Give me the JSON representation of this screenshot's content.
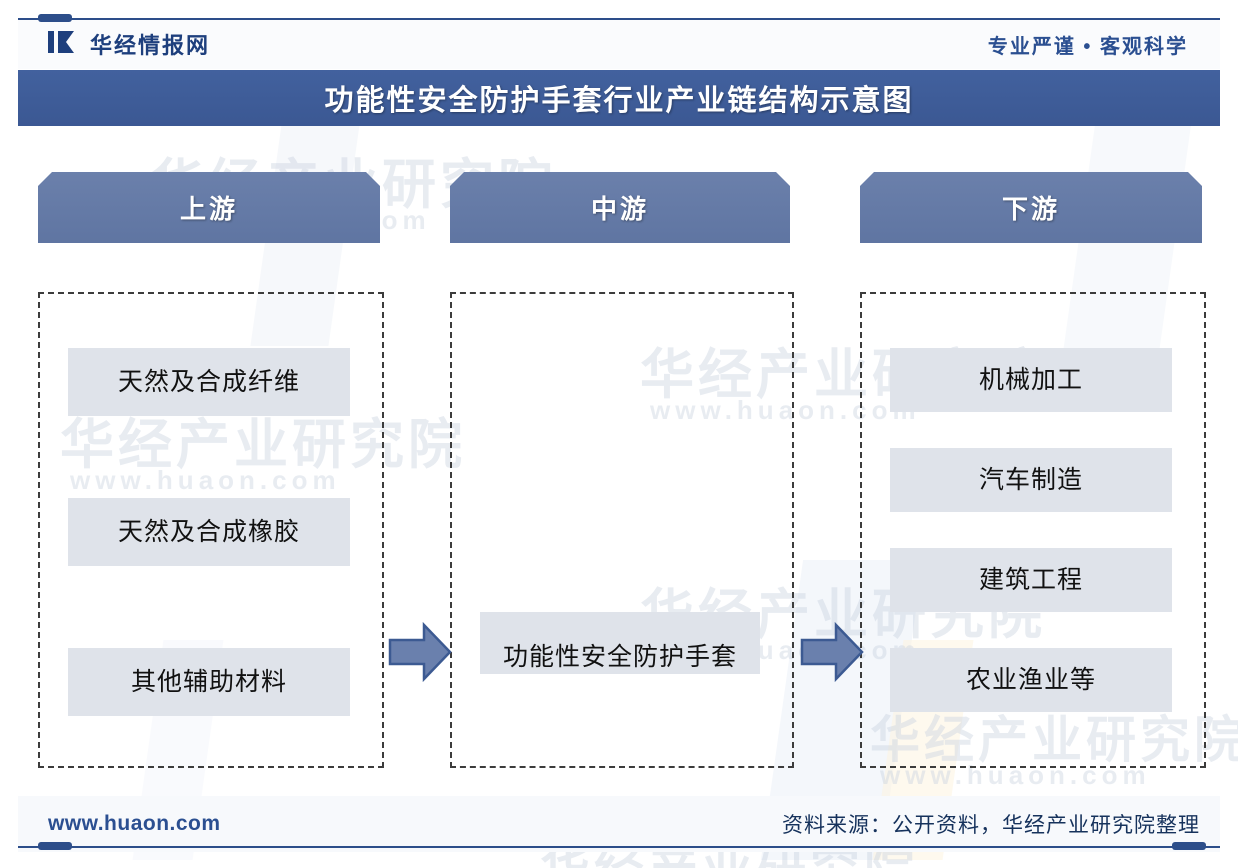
{
  "header": {
    "logo_icon": "huajing-logo-icon",
    "brand": "华经情报网",
    "slogan": "专业严谨 • 客观科学"
  },
  "title": "功能性安全防护手套行业产业链结构示意图",
  "diagram": {
    "columns": [
      {
        "key": "upstream",
        "heading": "上游",
        "nodes": [
          "天然及合成纤维",
          "天然及合成橡胶",
          "其他辅助材料"
        ]
      },
      {
        "key": "midstream",
        "heading": "中游",
        "nodes": [
          "功能性安全防护手套"
        ]
      },
      {
        "key": "downstream",
        "heading": "下游",
        "nodes": [
          "机械加工",
          "汽车制造",
          "建筑工程",
          "农业渔业等"
        ]
      }
    ],
    "connectors": [
      {
        "name": "arrow-upstream-to-midstream",
        "icon": "right-arrow-icon"
      },
      {
        "name": "arrow-midstream-to-downstream",
        "icon": "right-arrow-icon"
      }
    ]
  },
  "watermark": {
    "cn": "华经产业研究院",
    "url": "www.huaon.com"
  },
  "footer": {
    "url": "www.huaon.com",
    "source": "资料来源：公开资料，华经产业研究院整理"
  },
  "colors": {
    "title_bar": "#3d5f9c",
    "column_header": "#6278a6",
    "node_fill": "#dfe3ea",
    "accent_line": "#2d4e8a",
    "brand_text": "#1e3f7d",
    "arrow_fill": "#6a80ad",
    "arrow_stroke": "#3c5a92"
  }
}
